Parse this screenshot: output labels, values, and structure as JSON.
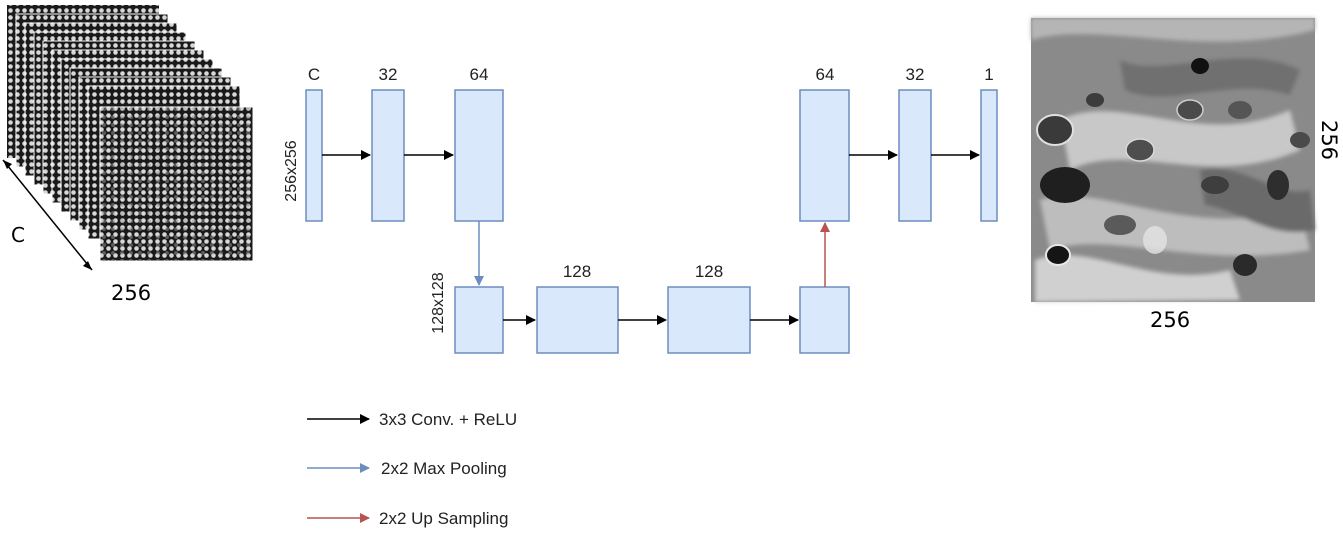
{
  "input": {
    "dim_label": "256",
    "depth_label": "C"
  },
  "output": {
    "width_label": "256",
    "height_label": "256"
  },
  "network": {
    "level1_size": "256x256",
    "level2_size": "128x128",
    "blocks": [
      {
        "label": "C"
      },
      {
        "label": "32"
      },
      {
        "label": "64"
      },
      {
        "label": ""
      },
      {
        "label": "128"
      },
      {
        "label": "128"
      },
      {
        "label": ""
      },
      {
        "label": "64"
      },
      {
        "label": "32"
      },
      {
        "label": "1"
      }
    ]
  },
  "legend": {
    "conv": "3x3 Conv. + ReLU",
    "pool": "2x2 Max Pooling",
    "up": "2x2 Up Sampling"
  },
  "colors": {
    "conv": "#000000",
    "pool": "#6c8ebf",
    "up": "#b85450",
    "block_fill": "#dae8fc",
    "block_stroke": "#6c8ebf"
  }
}
